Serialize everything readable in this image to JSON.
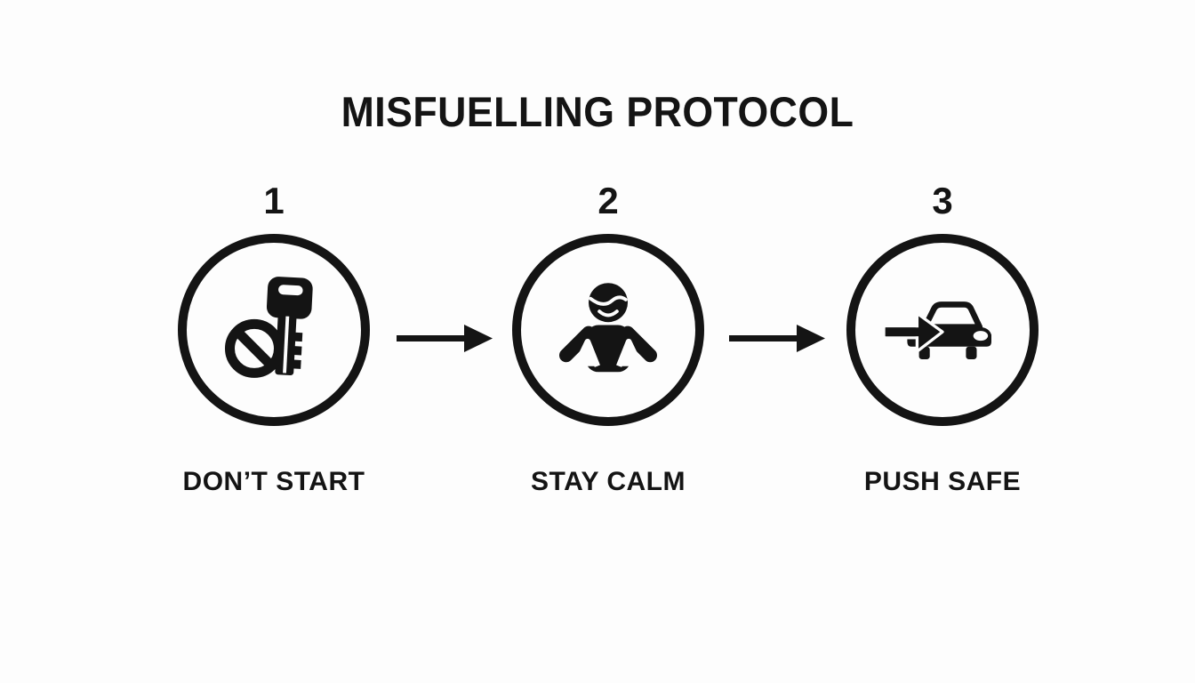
{
  "title": "MISFUELLING PROTOCOL",
  "steps": [
    {
      "number": "1",
      "label": "DON’T START",
      "icon": "no-start-key-icon"
    },
    {
      "number": "2",
      "label": "STAY CALM",
      "icon": "calm-person-icon"
    },
    {
      "number": "3",
      "label": "PUSH SAFE",
      "icon": "push-car-icon"
    }
  ],
  "connectors": [
    {
      "icon": "right-arrow-icon"
    },
    {
      "icon": "right-arrow-icon"
    }
  ],
  "colors": {
    "ink": "#141414",
    "background": "#fdfdfd"
  }
}
